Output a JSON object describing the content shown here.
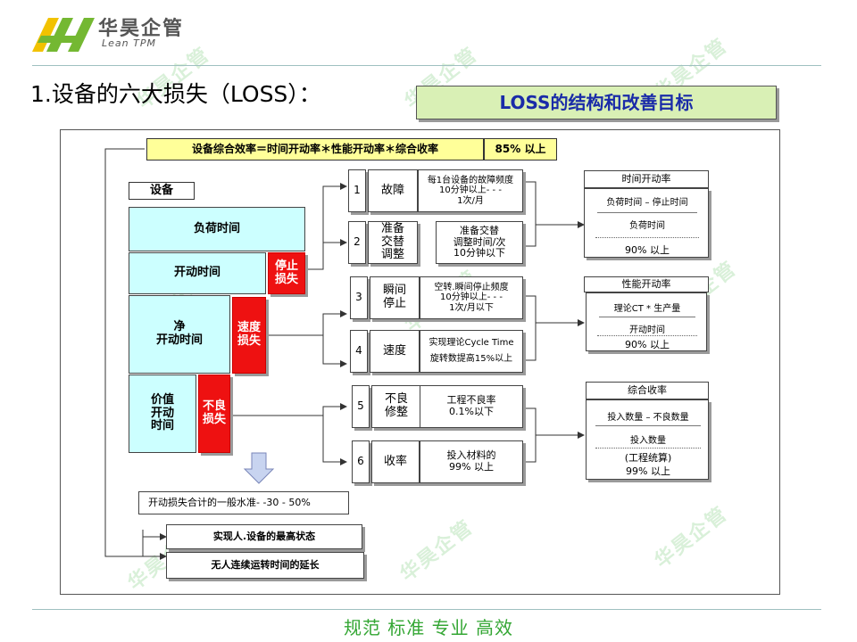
{
  "logo": {
    "cn": "华昊企管",
    "en": "Lean TPM"
  },
  "page_title": "1.设备的六大损失（LOSS）：",
  "subtitle": "LOSS的结构和改善目标",
  "formula": {
    "text": "设备综合效率＝时间开动率＊性能开动率＊综合收率",
    "target": "85% 以上"
  },
  "equipment_label": "设备",
  "time_blocks": [
    "负荷时间",
    "开动时间",
    "净\n开动时间",
    "价值\n开动\n时间"
  ],
  "loss_blocks": [
    "停止\n损失",
    "速度\n损失",
    "不良\n损失"
  ],
  "losses": [
    {
      "num": "1",
      "name": "故障",
      "desc": "每1台设备的故障频度\n10分钟以上- - -\n1次/月"
    },
    {
      "num": "2",
      "name": "准备\n交替\n调整",
      "desc": "准备交替\n调整时间/次\n10分钟以下"
    },
    {
      "num": "3",
      "name": "瞬间\n停止",
      "desc": "空转.瞬间停止频度\n10分钟以上- - -\n1次/月以下"
    },
    {
      "num": "4",
      "name": "速度",
      "desc": "实现理论Cycle Time\n旋转数提高15%以上"
    },
    {
      "num": "5",
      "name": "不良\n修整",
      "desc": "工程不良率\n0.1%以下"
    },
    {
      "num": "6",
      "name": "收率",
      "desc": "投入材料的\n99% 以上"
    }
  ],
  "rates": [
    {
      "title": "时间开动率",
      "numerator": "负荷时间 – 停止时间",
      "denominator": "负荷时间",
      "target": "90% 以上"
    },
    {
      "title": "性能开动率",
      "numerator": "理论CT * 生产量",
      "denominator": "开动时间",
      "target": "90% 以上"
    },
    {
      "title": "综合收率",
      "numerator": "投入数量 – 不良数量",
      "denominator": "投入数量",
      "extra": "(工程统算)",
      "target": "99% 以上"
    }
  ],
  "general_level": "开动损失合计的一般水准- -30 - 50%",
  "goals": [
    "实现人.设备的最高状态",
    "无人连续运转时间的延长"
  ],
  "footer": "规范 标准 专业 高效",
  "watermark": "华昊企管",
  "colors": {
    "accent_red": "#ee1111",
    "cyan": "#ccffff",
    "yellow": "#ffff99",
    "subtitle_bg": "#d9f0b5",
    "subtitle_text": "#1a2ba8",
    "footer_text": "#33a633",
    "logo_green": "#74b832"
  }
}
